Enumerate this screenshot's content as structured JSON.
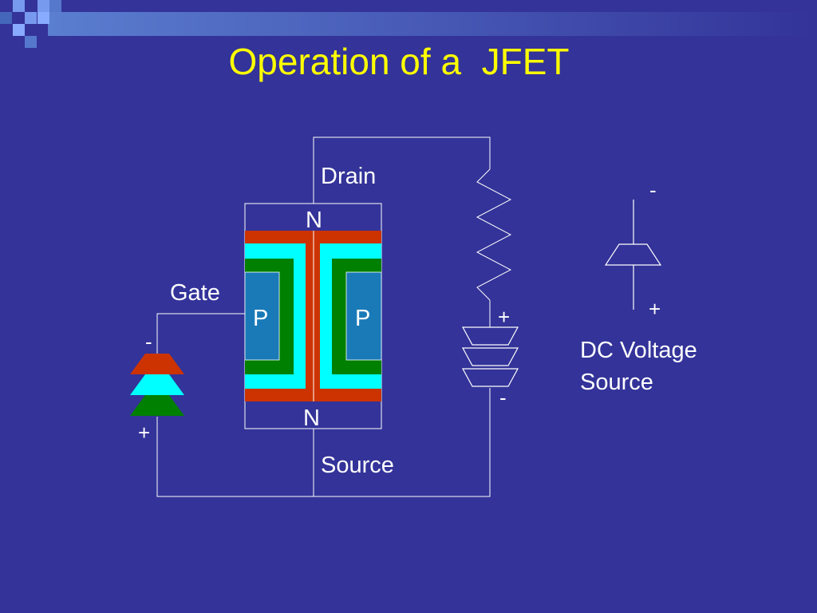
{
  "slide": {
    "title": "Operation of a  JFET",
    "colors": {
      "background": "#333399",
      "title": "#ffff00",
      "n_region": "#cc3300",
      "depletion": "#00ffff",
      "p_border": "#008000",
      "p_region": "#1a7ab8",
      "wire": "#ffffff"
    }
  },
  "diagram": {
    "drain_label": "Drain",
    "source_label": "Source",
    "gate_label": "Gate",
    "n_top_label": "N",
    "n_bottom_label": "N",
    "p_left_label": "P",
    "p_right_label": "P",
    "gate_battery_minus": "-",
    "gate_battery_plus": "+",
    "drain_battery_plus": "+",
    "drain_battery_minus": "-",
    "legend_minus": "-",
    "legend_plus": "+",
    "legend_label_line1": "DC Voltage",
    "legend_label_line2": "Source"
  }
}
